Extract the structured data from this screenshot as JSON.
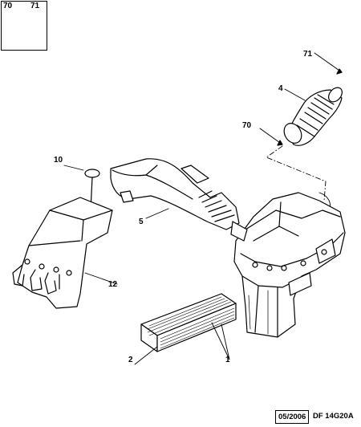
{
  "callouts": {
    "c70_inset": "70",
    "c71_inset": "71",
    "c71": "71",
    "c4": "4",
    "c70": "70",
    "c10": "10",
    "c5": "5",
    "c12": "12",
    "c2": "2",
    "c1": "1"
  },
  "footer": {
    "date": "05/2006",
    "ref": "DF 14G20A"
  }
}
